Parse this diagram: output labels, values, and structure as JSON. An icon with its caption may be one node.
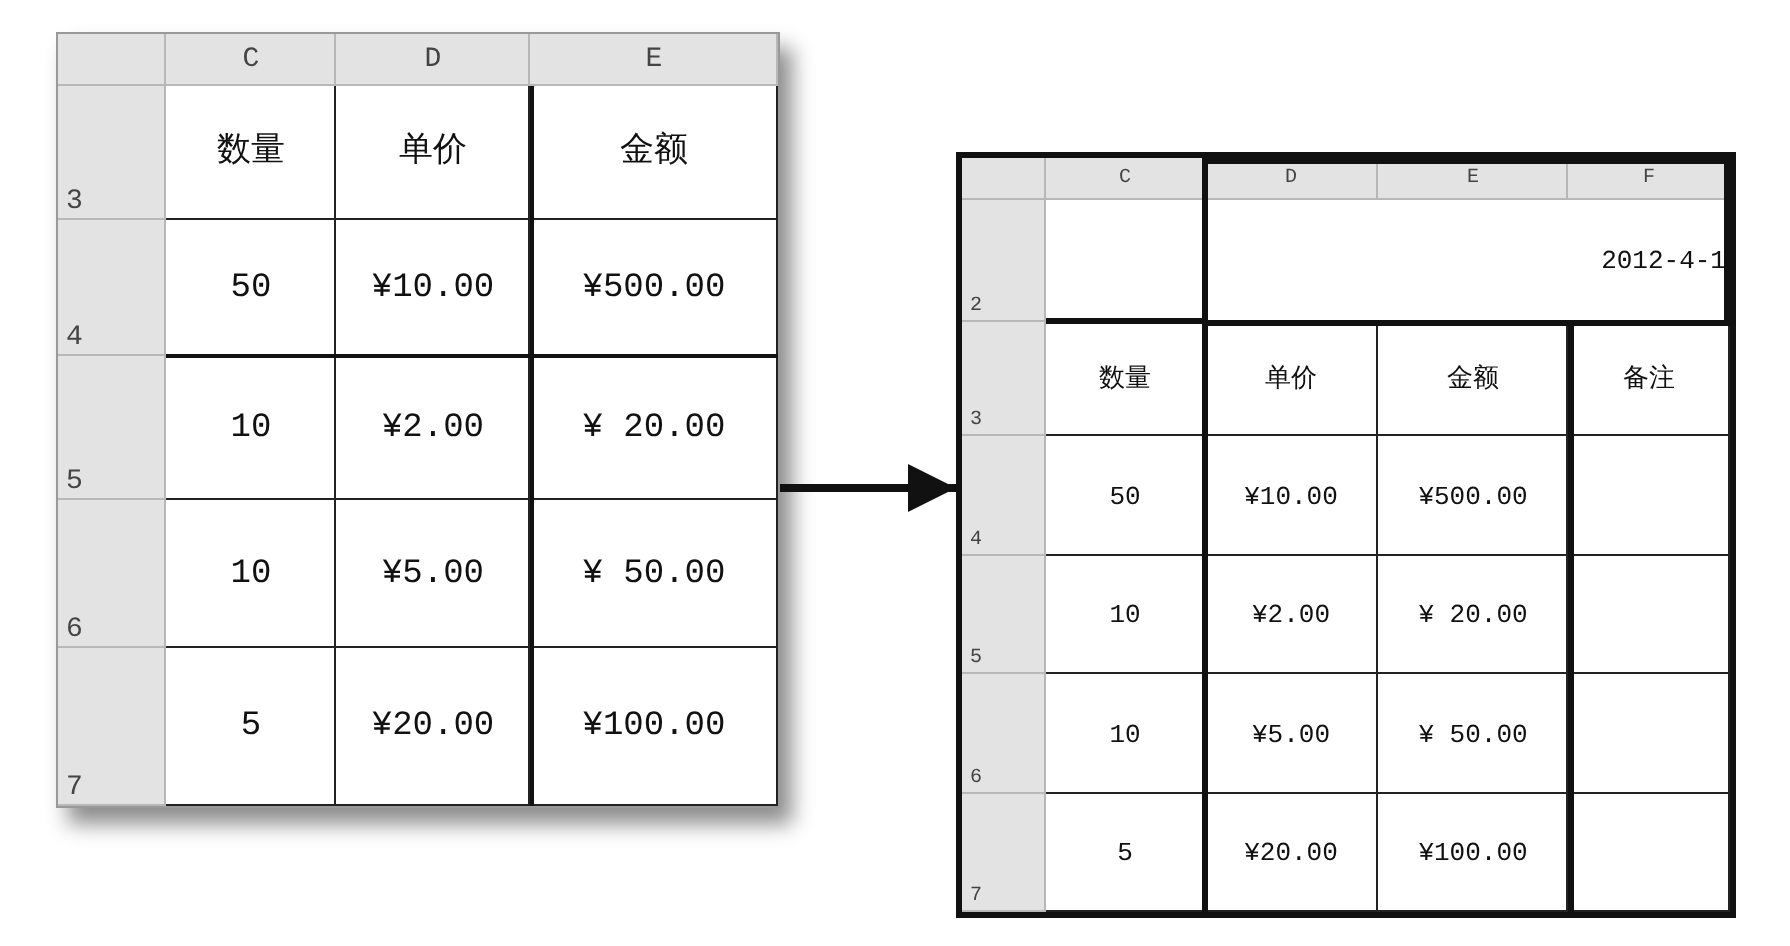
{
  "diagram": {
    "nodes": [
      {
        "text": [
          "C",
          "D",
          "E",
          "3",
          "数量",
          "单价",
          "金额",
          "4",
          "50",
          "¥10.00",
          "¥500.00",
          "5",
          "10",
          "¥2.00",
          "¥ 20.00",
          "6",
          "10",
          "¥5.00",
          "¥ 50.00",
          "7",
          "5",
          "¥20.00",
          "¥100.00"
        ]
      },
      {
        "text": [
          "C",
          "D",
          "E",
          "F",
          "2",
          "2012-4-1",
          "3",
          "数量",
          "单价",
          "金额",
          "备注",
          "4",
          "50",
          "¥10.00",
          "¥500.00",
          "5",
          "10",
          "¥2.00",
          "¥ 20.00",
          "6",
          "10",
          "¥5.00",
          "¥ 50.00",
          "7",
          "5",
          "¥20.00",
          "¥100.00"
        ]
      }
    ],
    "edges": [
      {
        "from": 0,
        "to": 1,
        "arrow": "to"
      }
    ]
  }
}
